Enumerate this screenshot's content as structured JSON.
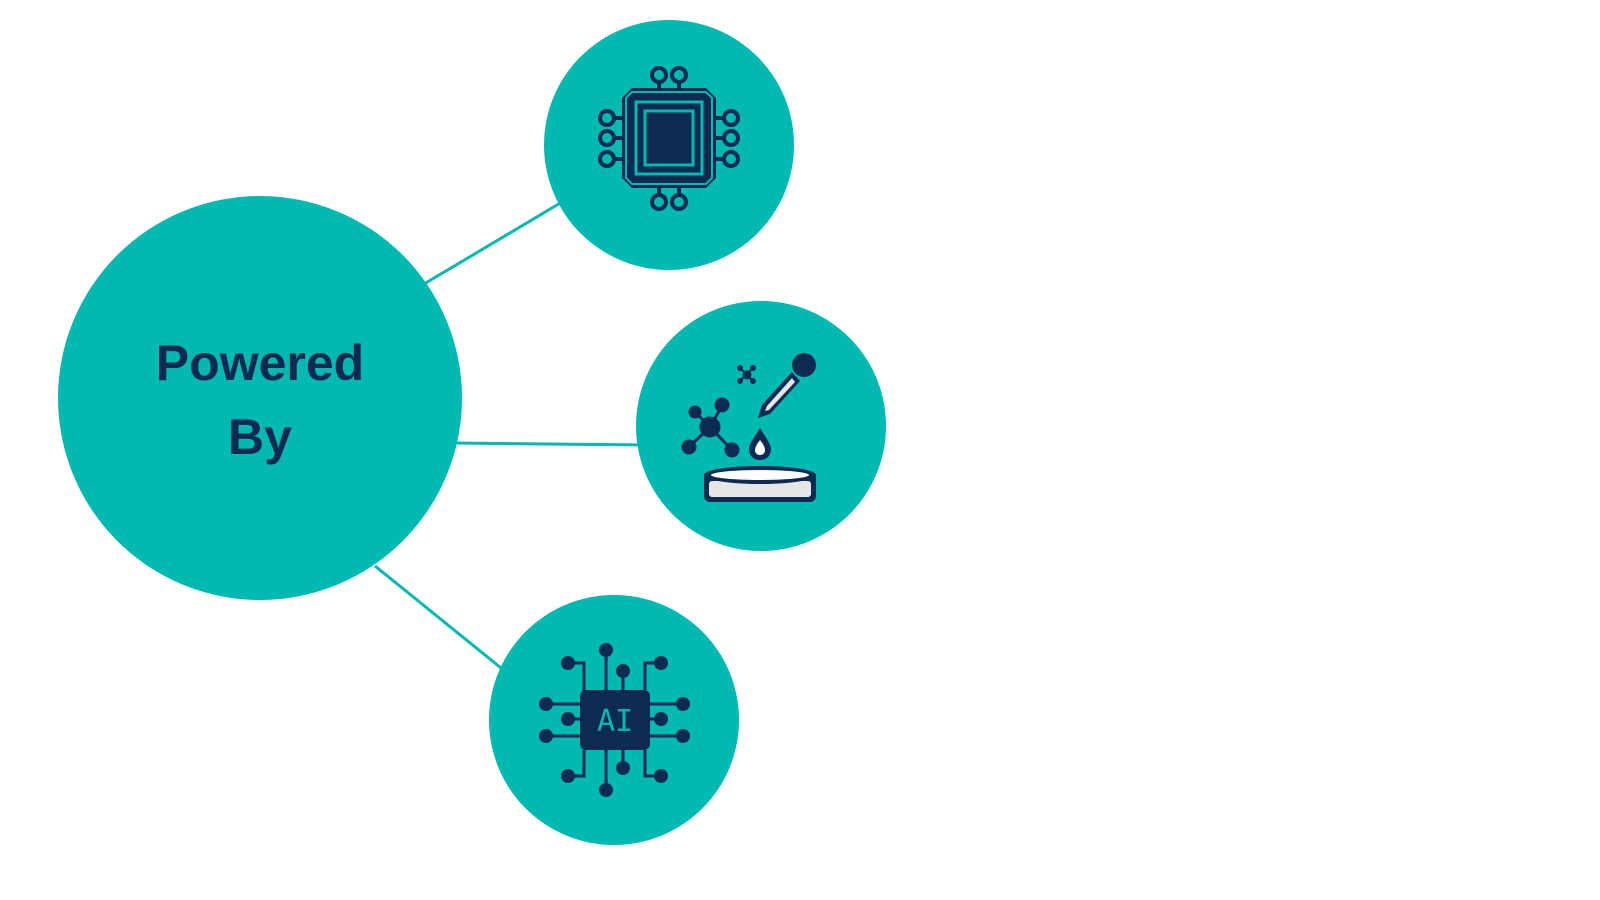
{
  "colors": {
    "background": "#ffffff",
    "circle_fill": "#00b9b0",
    "connector": "#00b9b0",
    "icon_dark": "#0d2b52",
    "icon_light": "#e6e6e6"
  },
  "hub": {
    "label_line1": "Powered",
    "label_line2": "By"
  },
  "nodes": [
    {
      "id": "processor",
      "icon": "cpu-chip-icon",
      "label": ""
    },
    {
      "id": "chemistry",
      "icon": "lab-dropper-petri-dish-icon",
      "label": ""
    },
    {
      "id": "ai",
      "icon": "ai-chip-circuit-icon",
      "label": "AI"
    }
  ]
}
